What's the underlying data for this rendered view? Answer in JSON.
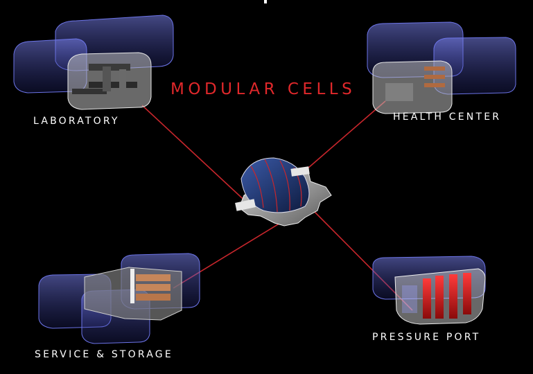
{
  "title": "MODULAR CELLS",
  "labels": {
    "laboratory": "LABORATORY",
    "health_center": "HEALTH CENTER",
    "service_storage": "SERVICE & STORAGE",
    "pressure_port": "PRESSURE PORT"
  },
  "colors": {
    "background": "#000000",
    "title": "#e0282b",
    "connector": "#c8262c",
    "module_glass": "#5a62d8",
    "hub_dome": "#1c2f66",
    "label": "#ffffff"
  }
}
